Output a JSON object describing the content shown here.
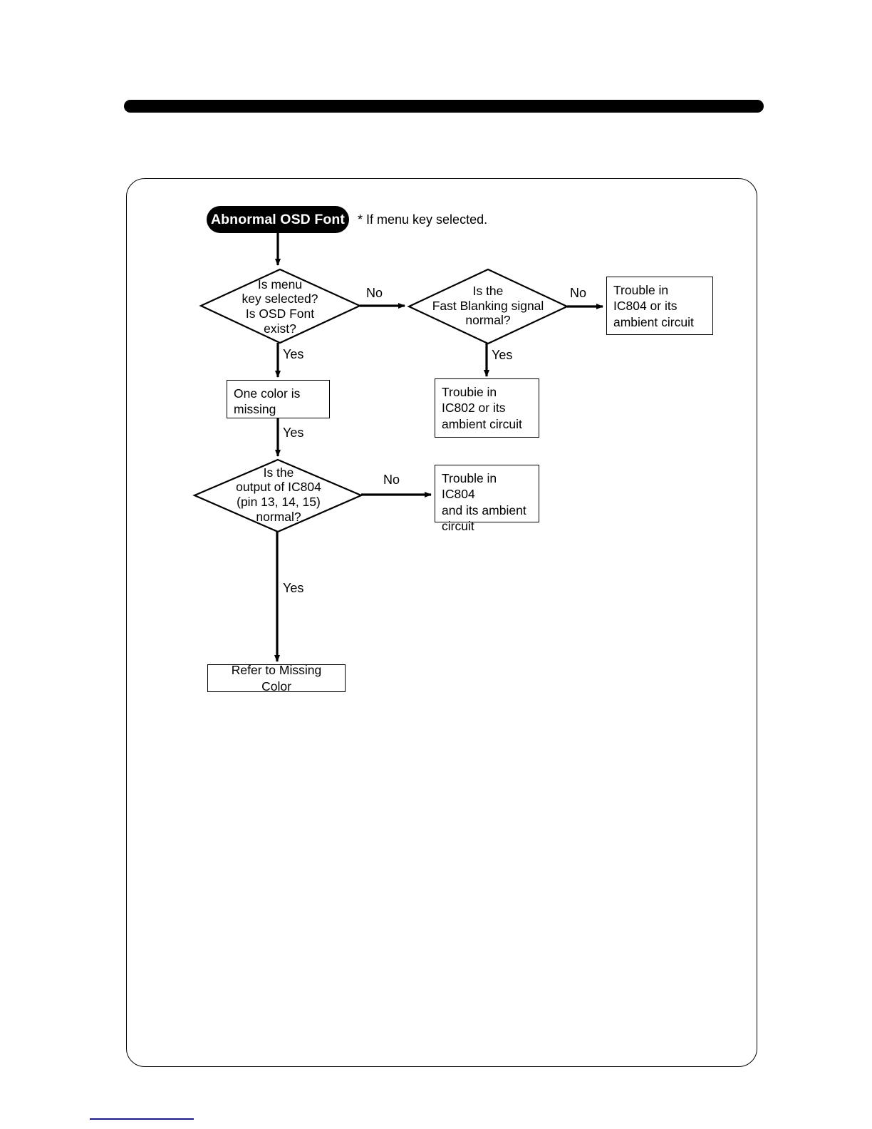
{
  "page": {
    "header_rule": "",
    "footer_rule": ""
  },
  "flow": {
    "title": "Abnormal OSD Font",
    "note": "* If menu key selected.",
    "nodes": {
      "start": {
        "type": "terminator",
        "label": "Abnormal OSD Font"
      },
      "decision_menu_key": {
        "type": "decision",
        "label": "Is menu\nkey selected?\nIs OSD Font\nexist?"
      },
      "decision_fast_blanking": {
        "type": "decision",
        "label": "Is the\nFast Blanking signal\nnormal?"
      },
      "box_ic804_ambient": {
        "type": "process",
        "label": "Trouble in\nIC804 or its\nambient circuit"
      },
      "box_one_color_missing": {
        "type": "process",
        "label": "One color is\nmissing"
      },
      "box_ic802_ambient": {
        "type": "process",
        "label": "Troubie in\nIC802 or its\nambient circuit"
      },
      "decision_ic804_output": {
        "type": "decision",
        "label": "Is the\noutput of IC804\n(pin 13, 14, 15)\nnormal?"
      },
      "box_ic804_and_ambient": {
        "type": "process",
        "label": "Trouble in IC804\nand its ambient\ncircuit"
      },
      "box_refer_missing_color": {
        "type": "process",
        "label": "Refer to Missing Color"
      }
    },
    "edge_labels": {
      "menu_key_no": "No",
      "menu_key_yes": "Yes",
      "fast_blanking_no": "No",
      "fast_blanking_yes": "Yes",
      "one_color_yes": "Yes",
      "ic804_output_no": "No",
      "ic804_output_yes": "Yes"
    }
  },
  "colors": {
    "ink": "#000000",
    "paper": "#ffffff",
    "footer_rule": "#1a1a8c"
  }
}
